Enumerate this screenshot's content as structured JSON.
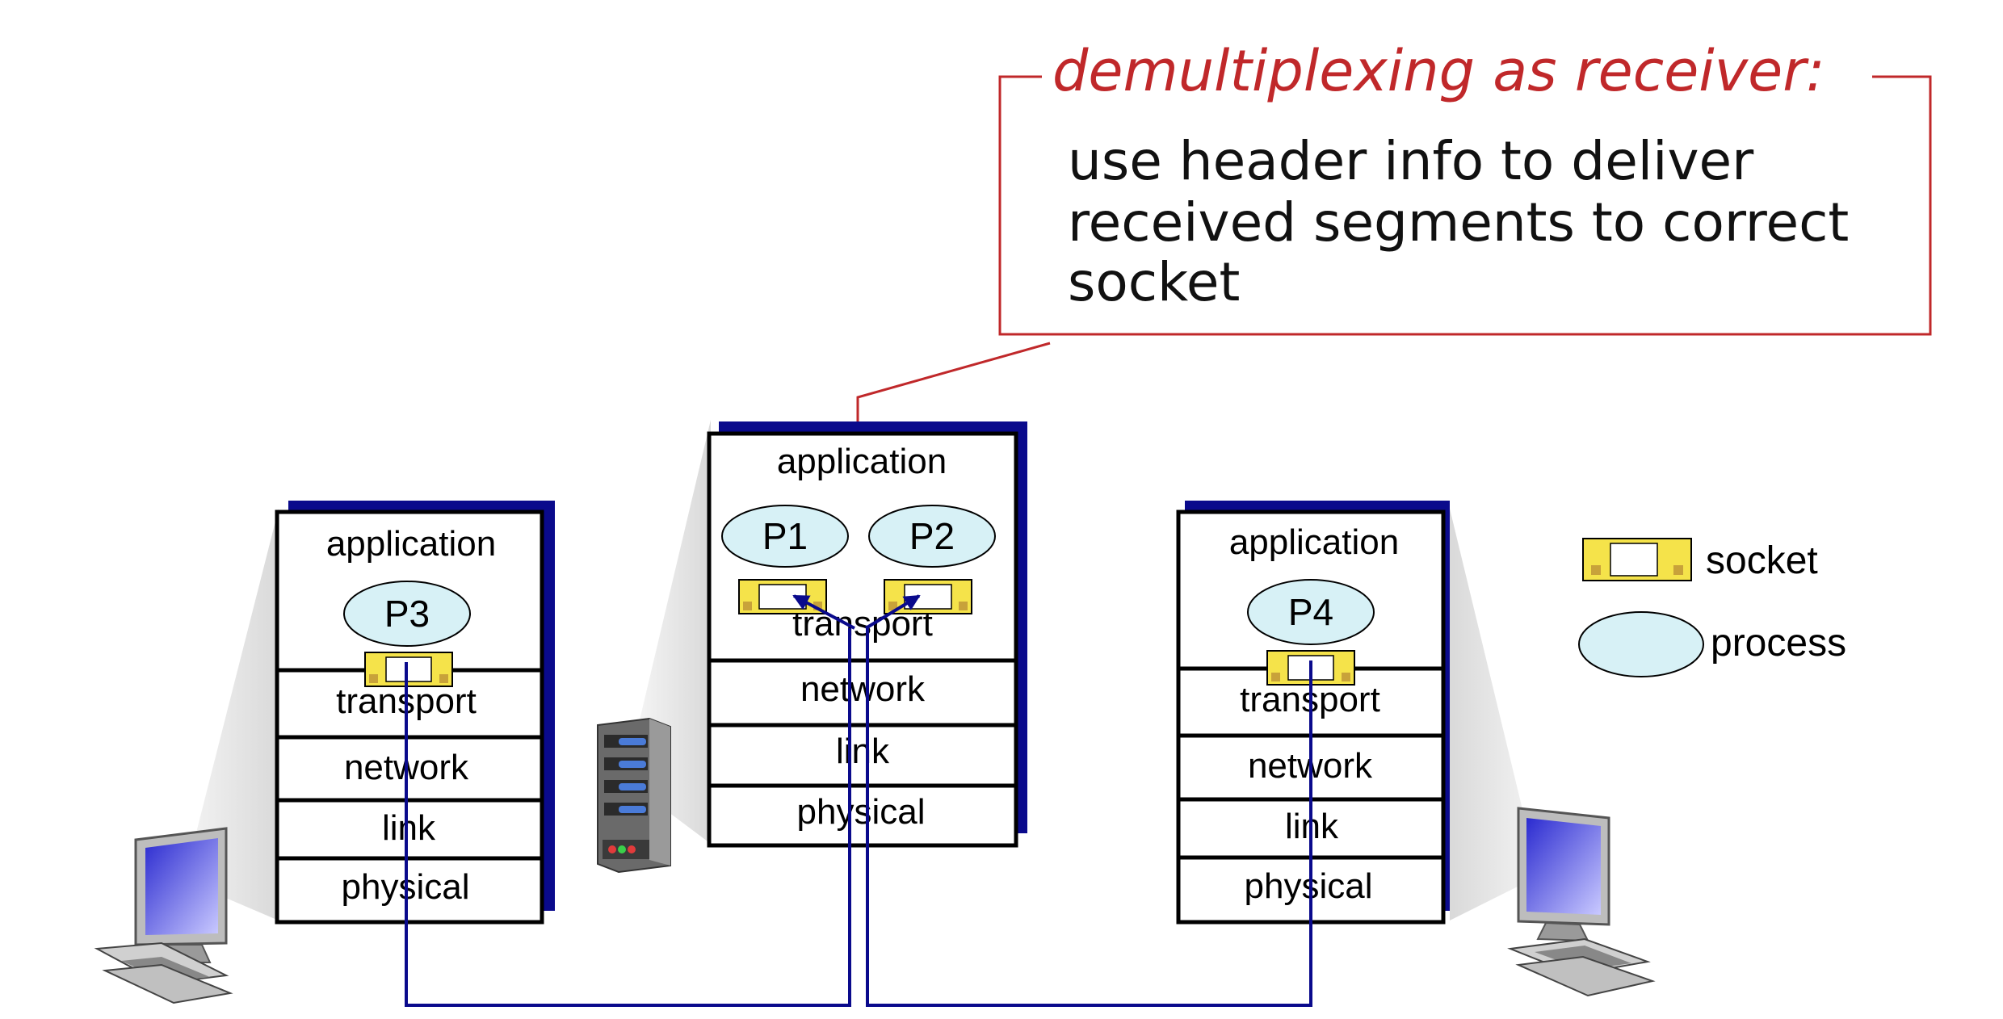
{
  "callout": {
    "title": "demultiplexing as receiver:",
    "body_lines": [
      "use header info to deliver",
      "received segments to correct",
      "socket"
    ],
    "color": "#c0282a"
  },
  "stacks": {
    "left": {
      "application": "application",
      "process": "P3",
      "transport": "transport",
      "network": "network",
      "link": "link",
      "physical": "physical"
    },
    "center": {
      "application": "application",
      "process_1": "P1",
      "process_2": "P2",
      "transport": "transport",
      "network": "network",
      "link": "link",
      "physical": "physical"
    },
    "right": {
      "application": "application",
      "process": "P4",
      "transport": "transport",
      "network": "network",
      "link": "link",
      "physical": "physical"
    }
  },
  "legend": {
    "socket": "socket",
    "process": "process"
  },
  "colors": {
    "stack_shadow": "#0a0a8c",
    "process_fill": "#d7f1f6",
    "socket_fill": "#f5e34a",
    "link_line": "#0a0a8c",
    "callout_border": "#c0282a"
  },
  "icons": {
    "left_host": "desktop-computer-icon",
    "center_host": "server-icon",
    "right_host": "desktop-computer-icon"
  }
}
